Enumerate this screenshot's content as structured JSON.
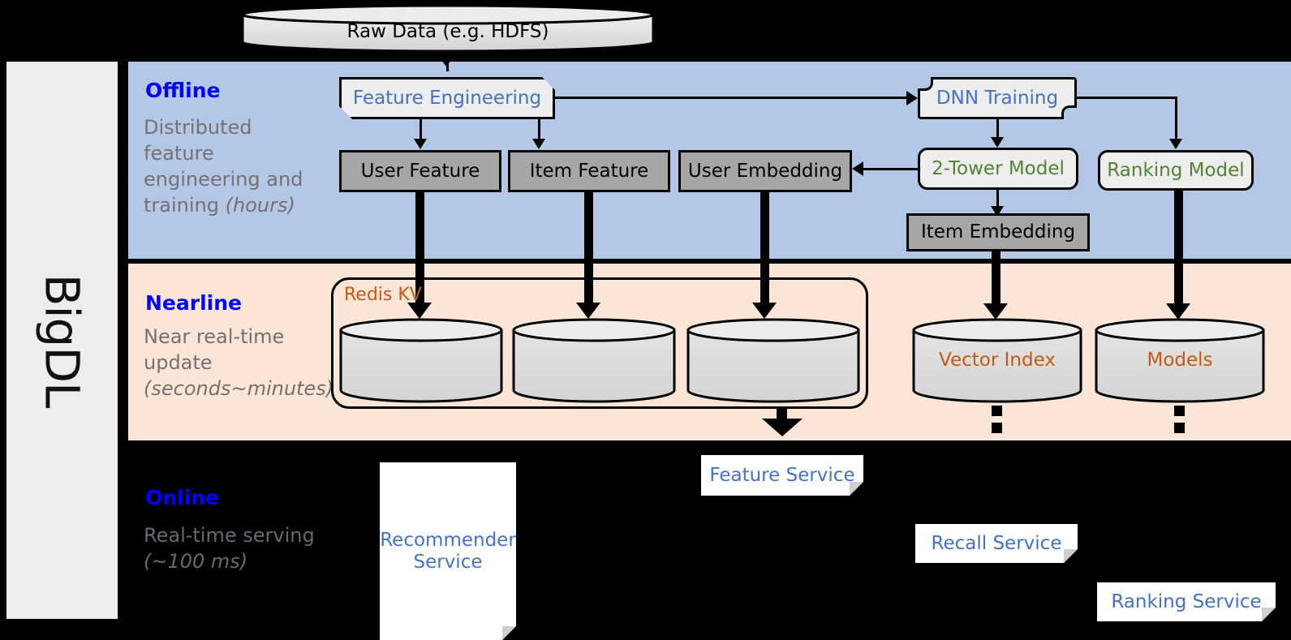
{
  "sidebar": {
    "label": "BigDL"
  },
  "bands": [
    {
      "id": "offline",
      "title": "Offline",
      "desc_main": "Distributed feature engineering and training ",
      "desc_italic": "(hours)",
      "color": "#b4c7e7"
    },
    {
      "id": "nearline",
      "title": "Nearline",
      "desc_main": "Near real-time update ",
      "desc_italic": "(seconds~minutes)",
      "color": "#fbe5d6"
    },
    {
      "id": "online",
      "title": "Online",
      "desc_main": "Real-time serving ",
      "desc_italic": "(~100 ms)",
      "color": "#000000"
    }
  ],
  "source": {
    "label": "Raw Data (e.g. HDFS)"
  },
  "offline": {
    "feature_engineering": "Feature Engineering",
    "dnn_training": "DNN Training",
    "user_feature": "User Feature",
    "item_feature": "Item Feature",
    "user_embedding": "User Embedding",
    "two_tower_model": "2-Tower Model",
    "ranking_model": "Ranking Model",
    "item_embedding": "Item Embedding"
  },
  "nearline": {
    "redis_kv": "Redis KV",
    "store_user_feature": "",
    "store_item_feature": "",
    "store_user_embedding": "",
    "vector_index": "Vector Index",
    "models": "Models"
  },
  "online": {
    "recommender_service": "Recommender Service",
    "feature_service": "Feature Service",
    "recall_service": "Recall Service",
    "ranking_service": "Ranking Service"
  },
  "colors": {
    "offline_band": "#b4c7e7",
    "nearline_band": "#fbe5d6",
    "online_band": "#000000",
    "band_title": "#0000ff",
    "band_desc": "#767171",
    "process_text": "#4472c4",
    "model_text": "#548235",
    "store_text": "#c55a11",
    "grey_box": "#a6a6a6",
    "cylinder": "#d9d9d9",
    "sidebar": "#ededed"
  }
}
